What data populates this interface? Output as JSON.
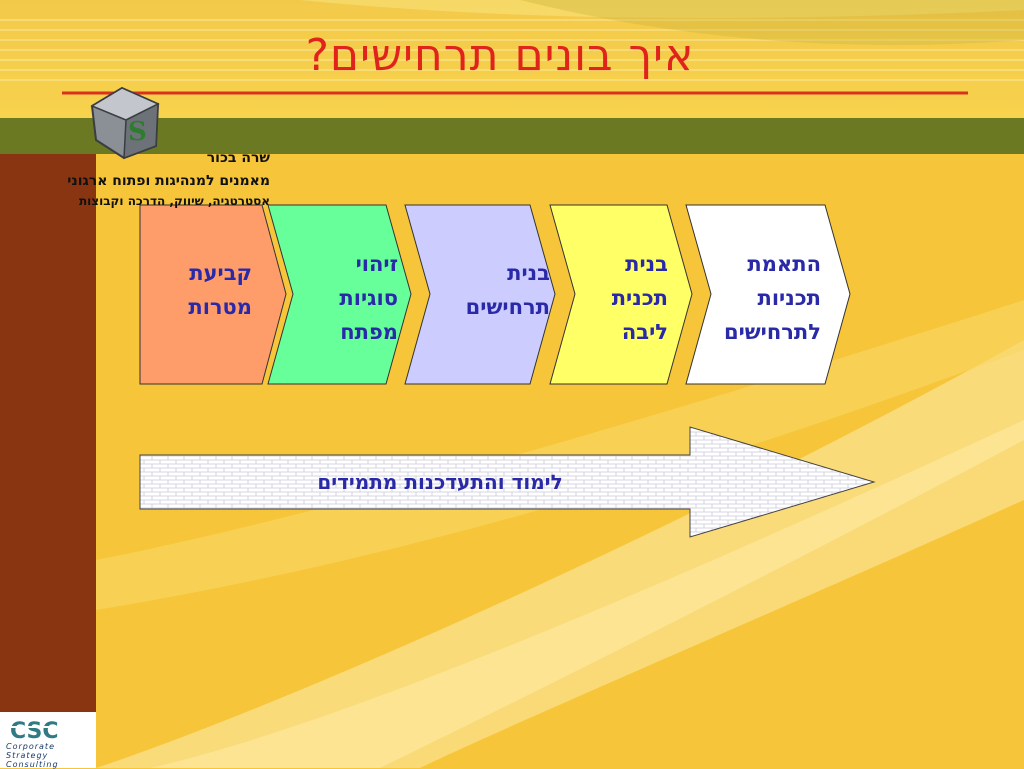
{
  "title": "איך בונים תרחישים?",
  "author": {
    "name": "שרה בכור",
    "role": "מאמנים למנהיגות ופתוח ארגוני",
    "tagline": "אסטרטגיה, שיווק, הדרכה וקבוצות"
  },
  "steps": [
    {
      "line1": "קביעת",
      "line2": "מטרות",
      "line3": ""
    },
    {
      "line1": "זיהוי",
      "line2": "סוגיות",
      "line3": "מפתח"
    },
    {
      "line1": "בנית",
      "line2": "תרחישים",
      "line3": ""
    },
    {
      "line1": "בנית",
      "line2": "תכנית",
      "line3": "ליבה"
    },
    {
      "line1": "התאמת",
      "line2": "תכניות",
      "line3": "לתרחישים"
    }
  ],
  "arrow_label": "לימוד והתעדכנות מתמידים",
  "logo": {
    "line1": "Corporate",
    "line2": "Strategy",
    "line3": "Consulting"
  },
  "colors": {
    "background": "#f6c53a",
    "sidebar": "#8a3512",
    "green_band": "#6b7a22",
    "title_red": "#e0241c",
    "step_orange": "#ff9d6a",
    "step_green": "#66ff99",
    "step_lavender": "#ccccff",
    "step_yellow": "#ffff66",
    "step_white": "#ffffff",
    "text_blue": "#2a2aa8"
  }
}
